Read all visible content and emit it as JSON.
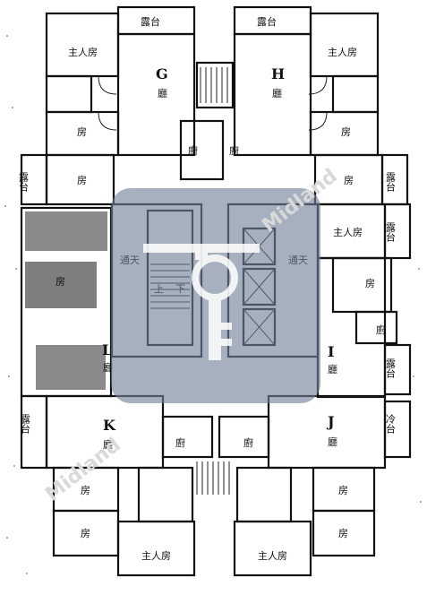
{
  "units": [
    "G",
    "H",
    "I",
    "J",
    "K",
    "L"
  ],
  "room_labels": {
    "master_bedroom": "主人房",
    "bedroom": "房",
    "living": "廳",
    "kitchen": "廚",
    "balcony": "露台",
    "air_well": "通天",
    "stairs_up": "上",
    "stairs_down": "下",
    "utility_platform": "冷台"
  },
  "watermark": {
    "text": "Midland",
    "icon": "key-icon",
    "color": "#6f7f96"
  },
  "colors": {
    "line": "#111111",
    "background": "#ffffff",
    "watermark": "#6f7f96"
  }
}
